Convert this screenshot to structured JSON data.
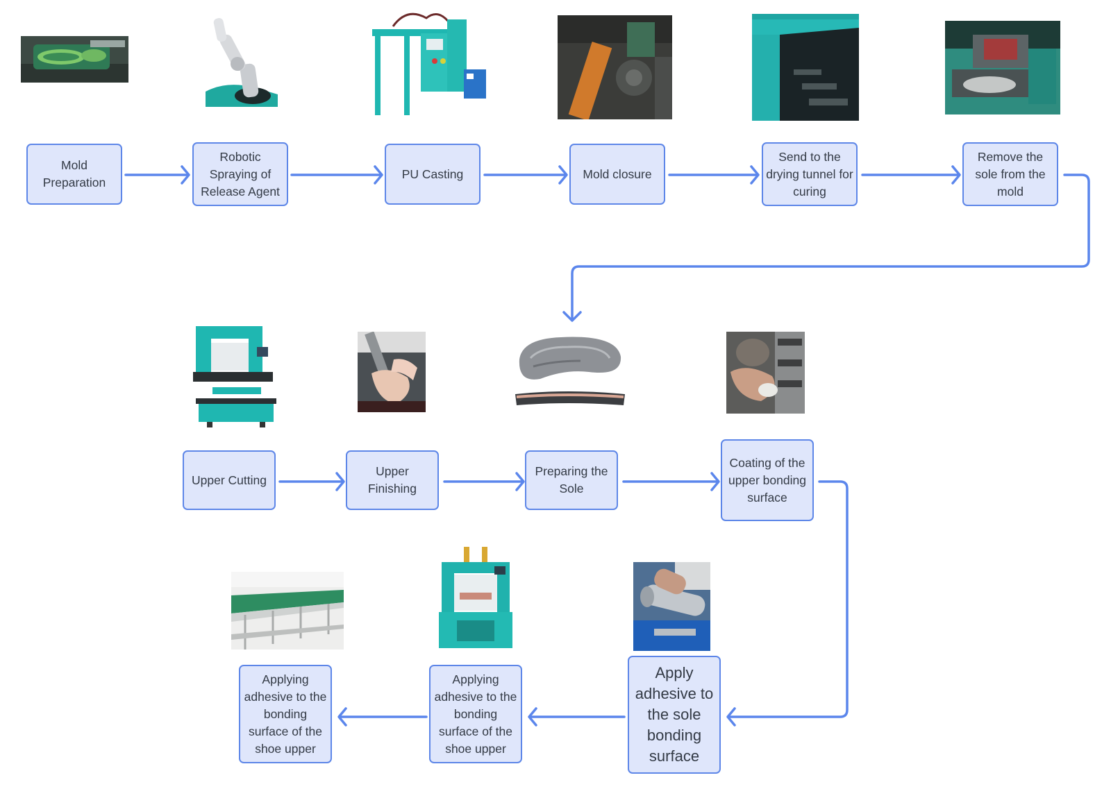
{
  "diagram": {
    "steps": {
      "mold_preparation": "Mold Preparation",
      "robotic_spraying": "Robotic Spraying of Release Agent",
      "pu_casting": "PU Casting",
      "mold_closure": "Mold closure",
      "drying_tunnel": "Send to the drying tunnel for curing",
      "remove_sole": "Remove the sole from the mold",
      "upper_cutting": "Upper Cutting",
      "upper_finishing": "Upper Finishing",
      "preparing_sole": "Preparing the Sole",
      "coating_upper": "Coating of the upper bonding surface",
      "adhesive_sole": "Apply adhesive to the sole bonding surface",
      "adhesive_upper_1": "Applying adhesive to the bonding surface of the shoe upper",
      "adhesive_upper_2": "Applying adhesive to the bonding surface of the shoe upper"
    },
    "colors": {
      "box_fill": "#dfe6fb",
      "box_border": "#5d86e8",
      "arrow": "#5b86ec",
      "text": "#333a45",
      "machine_teal": "#1fb7b1"
    }
  }
}
